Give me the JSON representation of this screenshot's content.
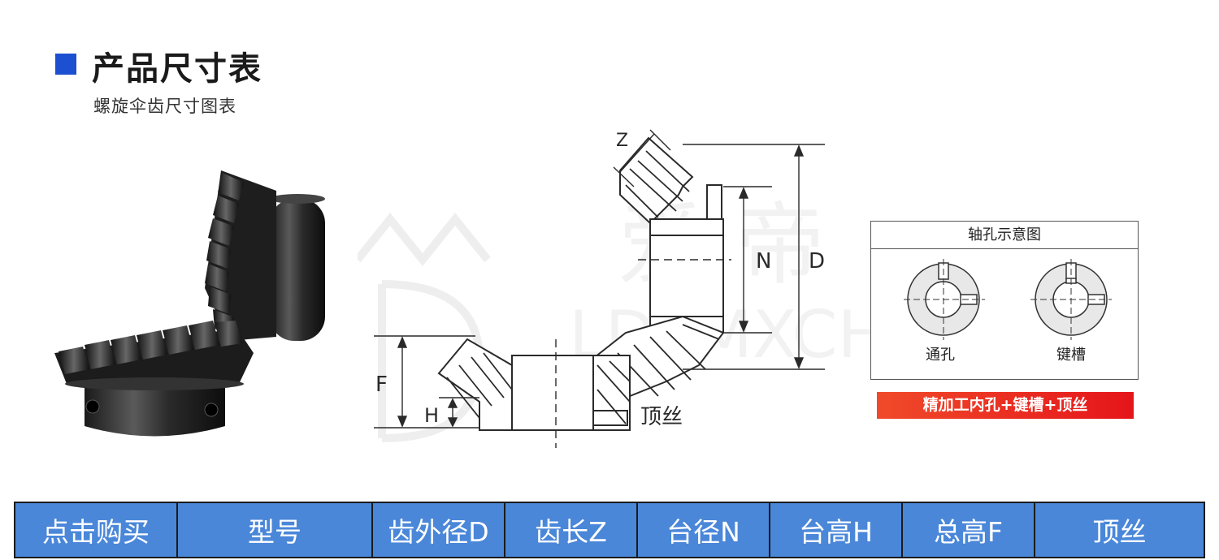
{
  "header": {
    "title": "产品尺寸表",
    "subtitle": "螺旋伞齿尺寸图表"
  },
  "drawing": {
    "labels": {
      "z": "Z",
      "n": "N",
      "d": "D",
      "f": "F",
      "h": "H",
      "set_screw": "顶丝"
    }
  },
  "shaft_hole_diagram": {
    "title": "轴孔示意图",
    "items": [
      {
        "label": "通孔"
      },
      {
        "label": "键槽"
      }
    ]
  },
  "feature_banner": "精加工内孔+键槽+顶丝",
  "table": {
    "headers": [
      "点击购买",
      "型号",
      "齿外径D",
      "齿长Z",
      "台径N",
      "台高H",
      "总高F",
      "顶丝"
    ]
  },
  "colors": {
    "accent_square": "#1d4fd1",
    "table_header_bg": "#4a87d9",
    "banner_gradient": [
      "#f04a2a",
      "#e5151a"
    ]
  }
}
